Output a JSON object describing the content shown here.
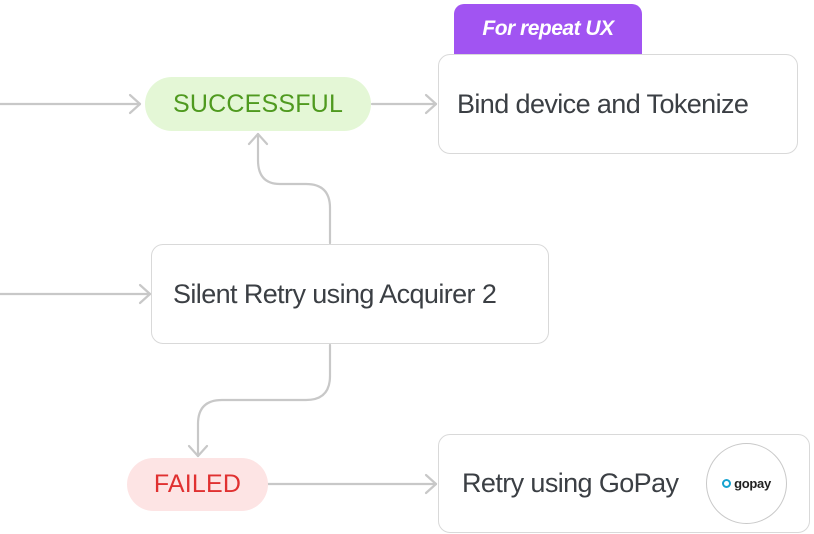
{
  "tag": {
    "label": "For repeat UX",
    "color": "#a154f2"
  },
  "nodes": {
    "successful": {
      "label": "SUCCESSFUL",
      "bg": "#e4f7d6",
      "color": "#4f9a1f"
    },
    "bind": {
      "label": "Bind device and Tokenize"
    },
    "silent_retry": {
      "label": "Silent Retry using Acquirer 2"
    },
    "failed": {
      "label": "FAILED",
      "bg": "#fde4e4",
      "color": "#e03131"
    },
    "gopay_retry": {
      "label": "Retry using GoPay"
    }
  },
  "logo": {
    "text": "gopay",
    "icon": "gopay-logo-icon"
  },
  "colors": {
    "connector": "#c8c8c8",
    "border": "#d9d9d9",
    "text": "#3b3f44"
  }
}
